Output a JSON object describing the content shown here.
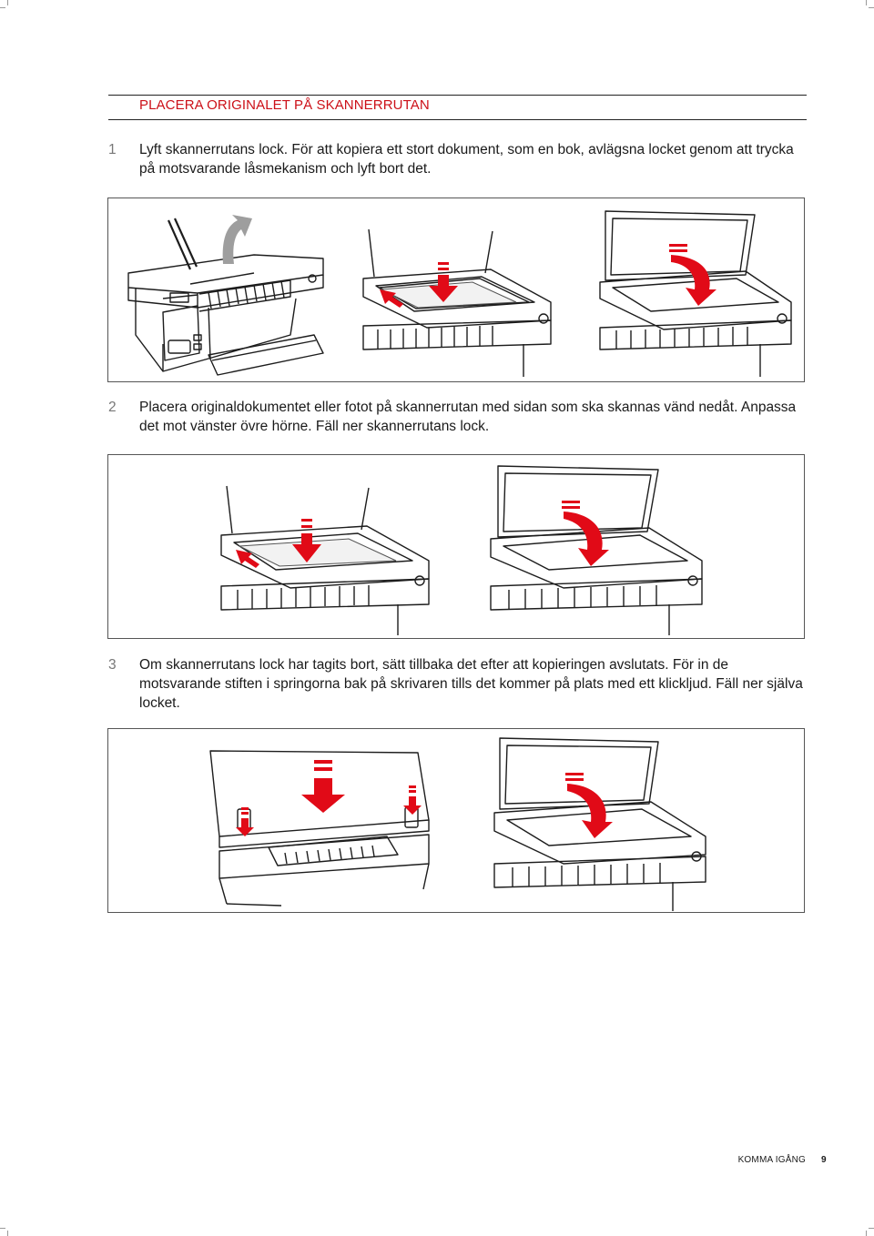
{
  "section": {
    "title": "PLACERA ORIGINALET PÅ SKANNERRUTAN"
  },
  "steps": [
    {
      "number": "1",
      "text": "Lyft skannerrutans lock. För att kopiera ett stort dokument, som en bok, avlägsna locket genom att trycka på motsvarande låsmekanism och lyft bort det."
    },
    {
      "number": "2",
      "text": "Placera originaldokumentet eller fotot på skannerrutan med sidan som ska skannas vänd nedåt. Anpassa det mot vänster övre hörne. Fäll ner skannerrutans lock."
    },
    {
      "number": "3",
      "text": "Om skannerrutans lock har tagits bort, sätt tillbaka det efter att kopieringen avslutats. För in de motsvarande stiften i springorna bak på skrivaren tills det kommer på plats med ett klickljud. Fäll ner själva locket."
    }
  ],
  "footer": {
    "label": "KOMMA IGÅNG",
    "page": "9"
  },
  "colors": {
    "accent": "#cc1018",
    "arrow": "#e10a17",
    "rule": "#222222"
  }
}
